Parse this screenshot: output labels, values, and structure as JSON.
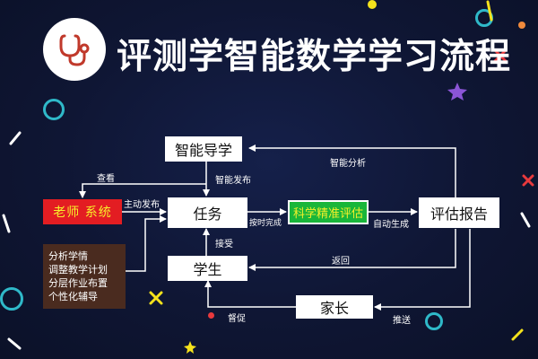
{
  "title": "评测学智能数学学习流程",
  "logo": {
    "icon": "stethoscope-icon",
    "color": "#c0392b"
  },
  "nodes": {
    "smart_guide": "智能导学",
    "teacher_system": "老师 系统",
    "task": "任务",
    "precise_eval": "科学精准评估",
    "report": "评估报告",
    "student": "学生",
    "parent": "家长",
    "teacher_tasks": "分析学情\n调整教学计划\n分层作业布置\n个性化辅导"
  },
  "edge_labels": {
    "view": "查看",
    "smart_publish": "智能发布",
    "smart_analysis": "智能分析",
    "active_publish": "主动发布",
    "on_time_complete": "按时完成",
    "auto_generate": "自动生成",
    "receive": "接受",
    "return": "返回",
    "supervise": "督促",
    "push": "推送"
  },
  "colors": {
    "background": "#0f1530",
    "teacher_box": "#e31d22",
    "eval_box": "#19b63a",
    "tasks_box": "#4a2b1f",
    "arrows": "#ffffff"
  }
}
